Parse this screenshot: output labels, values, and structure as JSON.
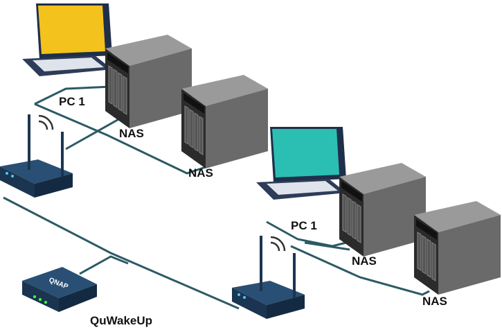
{
  "colors": {
    "cable": "#2c5a64",
    "laptop1_screen": "#f3c21c",
    "laptop2_screen": "#2bbfb3",
    "router": "#1d3d5c",
    "nas_body": "#6b6b6b"
  },
  "labels": {
    "pc1_top": "PC 1",
    "nas1_top": "NAS",
    "nas2_top": "NAS",
    "pc1_bottom": "PC 1",
    "nas1_bottom": "NAS",
    "nas2_bottom": "NAS",
    "quwakeup": "QuWakeUp"
  },
  "logos": {
    "qnap": "QNAP"
  }
}
